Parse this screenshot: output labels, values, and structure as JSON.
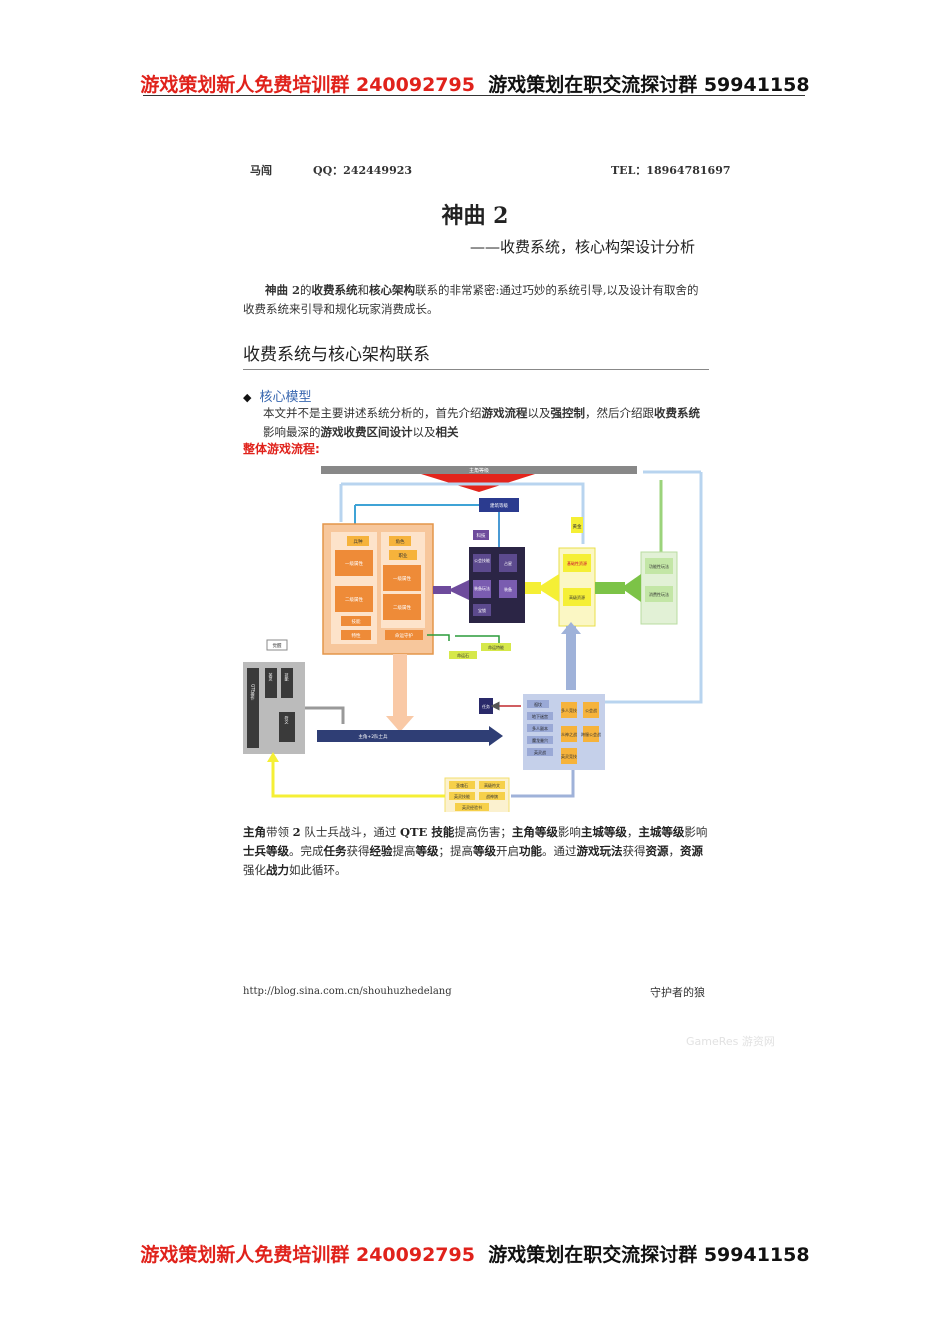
{
  "banner": {
    "red_text": "游戏策划新人免费培训群 240092795",
    "black_text": "游戏策划在职交流探讨群 59941158"
  },
  "header": {
    "name": "马闯",
    "qq": "QQ：242449923",
    "tel": "TEL：18964781697"
  },
  "title": "神曲 2",
  "subtitle": "——收费系统，核心构架设计分析",
  "intro": {
    "p1": "神曲 2",
    "p2": "的",
    "p3": "收费系统",
    "p4": "和",
    "p5": "核心架构",
    "p6": "联系的非常紧密:通过巧妙的系统引导,以及设计有取舍的收费系统来引导和规化玩家消费成长。"
  },
  "section_title": "收费系统与核心架构联系",
  "bullet_label": "核心模型",
  "bullet_body": {
    "p1": "本文并不是主要讲述系统分析的，首先介绍",
    "p2": "游戏流程",
    "p3": "以及",
    "p4": "强控制",
    "p5": "，然后介绍跟",
    "p6": "收费系统",
    "p7": "影响最深的",
    "p8": "游戏收费区间设计",
    "p9": "以及",
    "p10": "相关"
  },
  "flow_title": "整体游戏流程:",
  "diagram": {
    "top_bar": "主角等级",
    "building": "建筑等级",
    "tech": "科技",
    "gold": "黄金",
    "soldier": "兵种",
    "soldier_attr1": "一级属性",
    "soldier_attr2": "二级属性",
    "skill": "技能",
    "trait": "特性",
    "hero": "角色",
    "job": "职业",
    "hero_attr1": "一级属性",
    "hero_attr2": "二级属性",
    "fate_guard": "命运守护",
    "guild_skill": "公会技能",
    "divination": "占星",
    "equip_play": "装备玩法",
    "equip": "装备",
    "gems": "宝锁",
    "base_res": "基础性资源",
    "high_res": "高级资源",
    "func_play": "功能性玩法",
    "consume_play": "消费性玩法",
    "fate_trait": "命运特能",
    "fate_stone": "命运石",
    "awaken": "觉醒",
    "qte": "QTE操作",
    "heroic_spirit": "英灵",
    "skill2": "技能",
    "rune": "符文",
    "main_army": "主角+2队士兵",
    "task": "任务",
    "collect": "祖坟",
    "dungeon": "地下迷宫",
    "multi_instance": "多人副本",
    "demon_cave": "魔龙巢穴",
    "spirit_battle": "英灵战",
    "multi_pvp": "多人竞技",
    "guild_war": "公会战",
    "god_path": "众神之战",
    "cross_guild": "跨服公会战",
    "spirit_arena": "英灵竞技",
    "holy_stone": "圣魂石",
    "advanced_rune": "高级符文",
    "spirit_skill": "英灵技能",
    "battle_flag": "战神旗",
    "spirit_book": "英灵经验书"
  },
  "summary": {
    "s1": "主角",
    "s2": "带领 ",
    "s3": "2",
    "s4": " 队士兵战斗，通过 ",
    "s5": "QTE 技能",
    "s6": "提高伤害；",
    "s7": "主角等级",
    "s8": "影响",
    "s9": "主城等级",
    "s10": "，",
    "s11": "主城等级",
    "s12": "影响",
    "s13": "士兵等级",
    "s14": "。完成",
    "s15": "任务",
    "s16": "获得",
    "s17": "经验",
    "s18": "提高",
    "s19": "等级",
    "s20": "；提高",
    "s21": "等级",
    "s22": "开启",
    "s23": "功能",
    "s24": "。通过",
    "s25": "游戏玩法",
    "s26": "获得",
    "s27": "资源",
    "s28": "，",
    "s29": "资源",
    "s30": "强化",
    "s31": "战力",
    "s32": "如此循环。"
  },
  "footer": {
    "url": "http://blog.sina.com.cn/shouhuzhedelang",
    "author": "守护者的狼",
    "watermark": "GameRes 游资网"
  }
}
